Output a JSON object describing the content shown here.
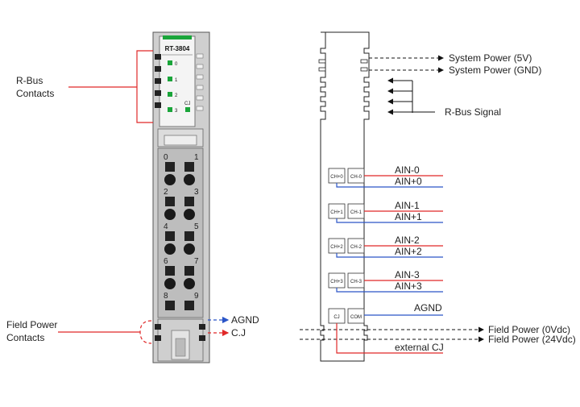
{
  "module": {
    "name": "RT-3804",
    "led_labels": [
      "0",
      "1",
      "2",
      "3"
    ],
    "cj_led_label": "CJ",
    "terminal_numbers": [
      "0",
      "1",
      "2",
      "3",
      "4",
      "5",
      "6",
      "7",
      "8",
      "9"
    ]
  },
  "left_labels": {
    "rbus_contacts": [
      "R-Bus",
      "Contacts"
    ],
    "field_power_contacts": [
      "Field Power",
      "Contacts"
    ],
    "agnd": "AGND",
    "cj": "C.J"
  },
  "right_labels": {
    "system_power_5v": "System Power (5V)",
    "system_power_gnd": "System Power (GND)",
    "rbus_signal": "R-Bus Signal",
    "field_power_0v": "Field Power (0Vdc)",
    "field_power_24v": "Field Power (24Vdc)",
    "external_cj": "external CJ",
    "agnd": "AGND"
  },
  "channels": [
    {
      "plus_box": "CH+0",
      "minus_box": "CH-0",
      "minus_label": "AIN-0",
      "plus_label": "AIN+0"
    },
    {
      "plus_box": "CH+1",
      "minus_box": "CH-1",
      "minus_label": "AIN-1",
      "plus_label": "AIN+1"
    },
    {
      "plus_box": "CH+2",
      "minus_box": "CH-2",
      "minus_label": "AIN-2",
      "plus_label": "AIN+2"
    },
    {
      "plus_box": "CH+3",
      "minus_box": "CH-3",
      "minus_label": "AIN-3",
      "plus_label": "AIN+3"
    }
  ],
  "bottom_boxes": {
    "cj": "CJ",
    "com": "COM"
  },
  "colors": {
    "red": "#e02828",
    "blue": "#2a55c8",
    "led_green": "#1aa53a",
    "module_body": "#c8c8c8",
    "terminal_area": "#bcbcbc"
  }
}
